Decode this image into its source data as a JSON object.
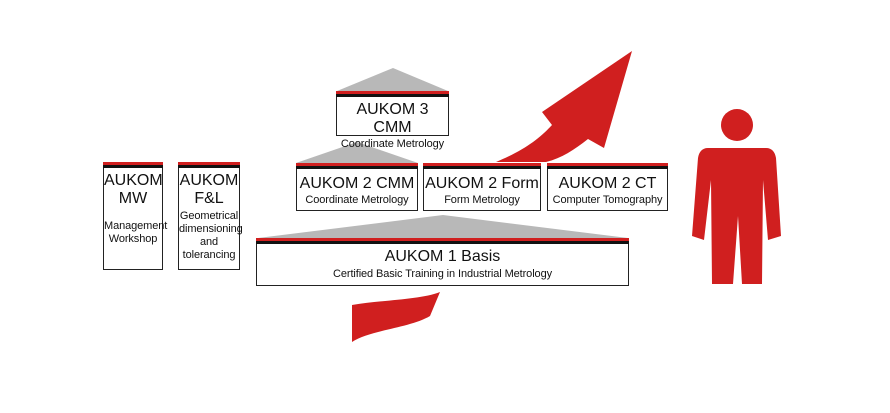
{
  "colors": {
    "accent": "#d01f1f",
    "roof": "#b8b8b8",
    "border": "#222222"
  },
  "icons": [
    "up-arrow-icon",
    "person-icon"
  ],
  "boxes": {
    "mw": {
      "title_1": "AUKOM",
      "title_2": "MW",
      "sub_1": "Management",
      "sub_2": "Workshop"
    },
    "fl": {
      "title_1": "AUKOM",
      "title_2": "F&L",
      "sub_1": "Geometrical",
      "sub_2": "dimensioning",
      "sub_3": "and",
      "sub_4": "tolerancing"
    },
    "cmm3": {
      "title": "AUKOM 3 CMM",
      "sub": "Coordinate Metrology"
    },
    "cmm2": {
      "title": "AUKOM 2 CMM",
      "sub": "Coordinate Metrology"
    },
    "form2": {
      "title": "AUKOM 2 Form",
      "sub": "Form Metrology"
    },
    "ct2": {
      "title": "AUKOM 2 CT",
      "sub": "Computer Tomography"
    },
    "basis1": {
      "title": "AUKOM 1 Basis",
      "sub": "Certified Basic Training in Industrial Metrology"
    }
  }
}
